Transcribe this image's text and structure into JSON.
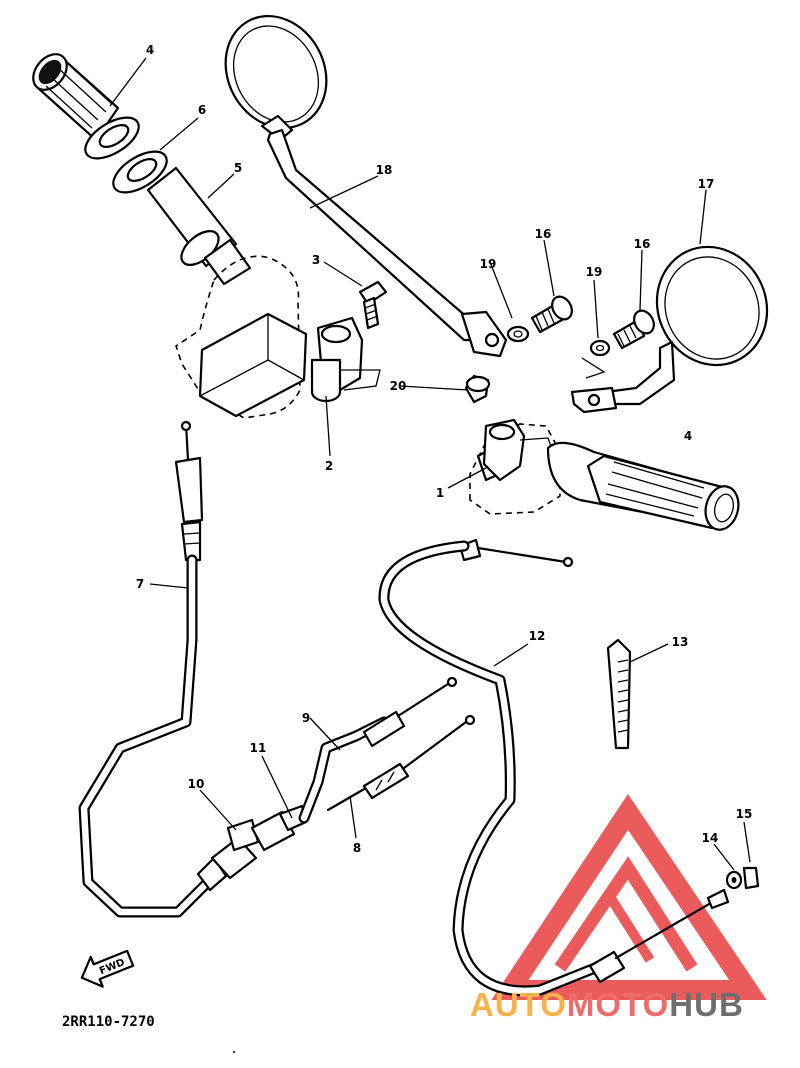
{
  "callouts": {
    "p1": "1",
    "p2": "2",
    "p3": "3",
    "p4a": "4",
    "p4b": "4",
    "p5": "5",
    "p6": "6",
    "p7": "7",
    "p8": "8",
    "p9": "9",
    "p10": "10",
    "p11": "11",
    "p12": "12",
    "p13": "13",
    "p14": "14",
    "p15": "15",
    "p16a": "16",
    "p16b": "16",
    "p17": "17",
    "p18": "18",
    "p19a": "19",
    "p19b": "19",
    "p20": "20"
  },
  "diagram_code": "2RR110-7270",
  "direction_label": "FWD",
  "watermark": {
    "part1": "AUTO",
    "part2": "MOTO",
    "part3": "HUB",
    "colors": {
      "auto": "#f7b24a",
      "moto": "#ef6b6b",
      "hub": "#6e6e6e",
      "logo": "#ea4a4a"
    }
  }
}
